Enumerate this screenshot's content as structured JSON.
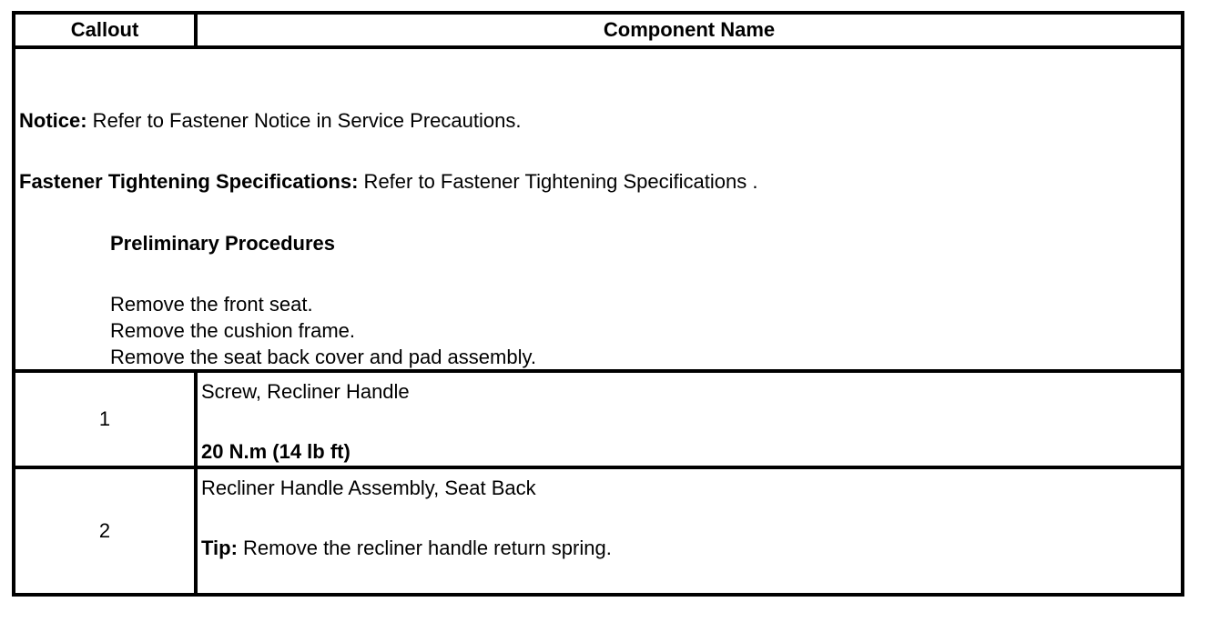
{
  "header": {
    "callout": "Callout",
    "component_name": "Component Name"
  },
  "preliminary": {
    "notice_label": "Notice:",
    "notice_text": " Refer to Fastener Notice in Service Precautions.",
    "fts_label": "Fastener Tightening Specifications:",
    "fts_text": " Refer to Fastener Tightening Specifications .",
    "title": "Preliminary Procedures",
    "steps": [
      "Remove the front seat.",
      "Remove the cushion frame.",
      "Remove the seat back cover and pad assembly."
    ]
  },
  "rows": [
    {
      "callout": "1",
      "name": "Screw, Recliner Handle",
      "torque": "20 N.m (14 lb ft)"
    },
    {
      "callout": "2",
      "name": "Recliner Handle Assembly, Seat Back",
      "tip_label": "Tip:",
      "tip_text": " Remove the recliner handle return spring."
    }
  ]
}
